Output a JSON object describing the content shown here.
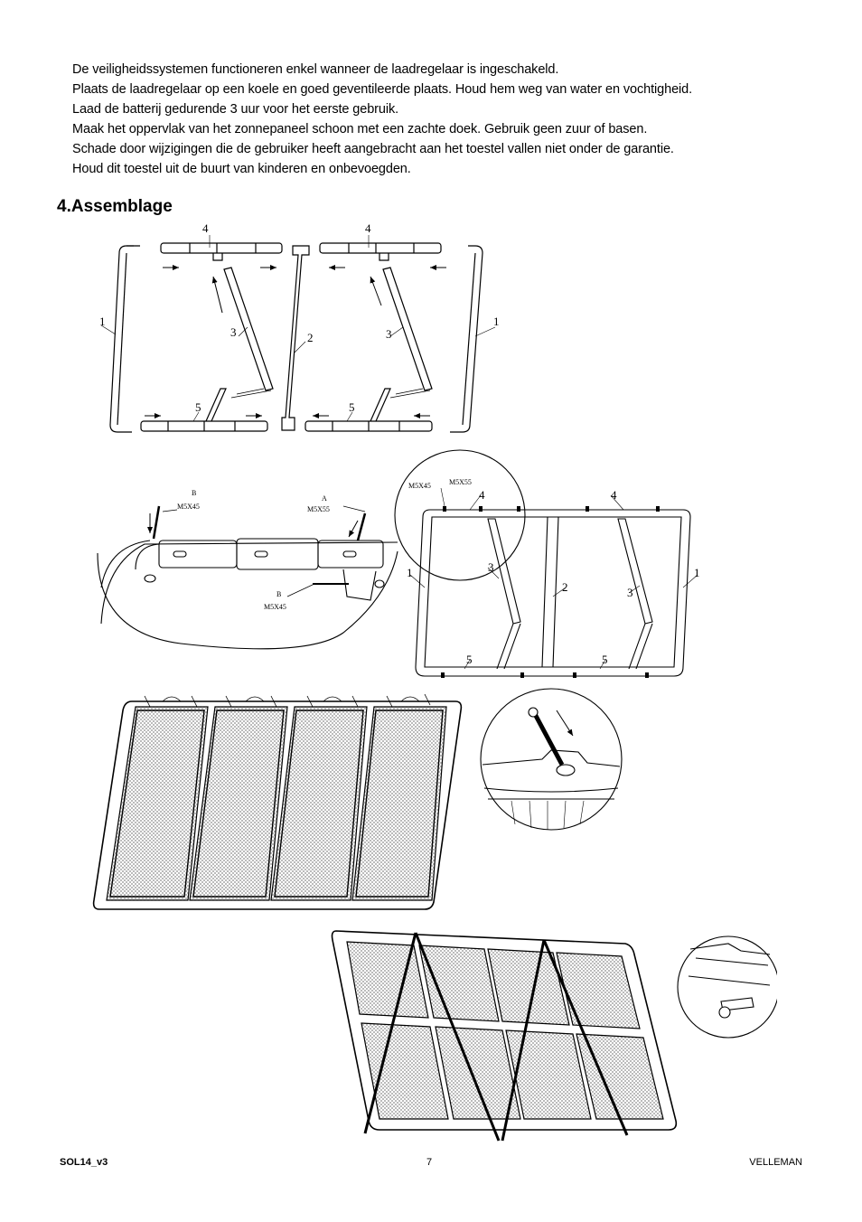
{
  "bullets": [
    "De veiligheidssystemen functioneren enkel wanneer de laadregelaar is ingeschakeld.",
    "Plaats de laadregelaar op een koele en goed geventileerde plaats. Houd hem weg van water en vochtigheid.",
    "Laad de batterij gedurende 3 uur voor het eerste gebruik.",
    "Maak het oppervlak van het zonnepaneel schoon met een zachte doek. Gebruik geen zuur of basen.",
    "Schade door wijzigingen die de gebruiker heeft aangebracht aan het toestel vallen niet onder de garantie.",
    "Houd dit toestel uit de buurt van kinderen en onbevoegden."
  ],
  "section_title": "4.Assemblage",
  "figure": {
    "step1_labels": {
      "top_left": "4",
      "top_right": "4",
      "side_left": "1",
      "side_right": "1",
      "diag_left": "3",
      "middle": "2",
      "diag_right": "3",
      "bottom_left": "5",
      "bottom_right": "5"
    },
    "detail_labels": {
      "b_letter": "B",
      "b_size": "M5X45",
      "a_letter": "A",
      "a_size": "M5X55",
      "b2_letter": "B",
      "b2_size": "M5X45"
    },
    "step2_labels": {
      "bolt1": "M5X45",
      "bolt2": "M5X55",
      "top_left": "4",
      "top_right": "4",
      "side_left": "1",
      "diag_left": "3",
      "middle": "2",
      "diag_right": "3",
      "side_right": "1",
      "bottom_left": "5",
      "bottom_right": "5"
    }
  },
  "footer": {
    "left": "SOL14_v3",
    "center": "7",
    "right": "VELLEMAN"
  }
}
